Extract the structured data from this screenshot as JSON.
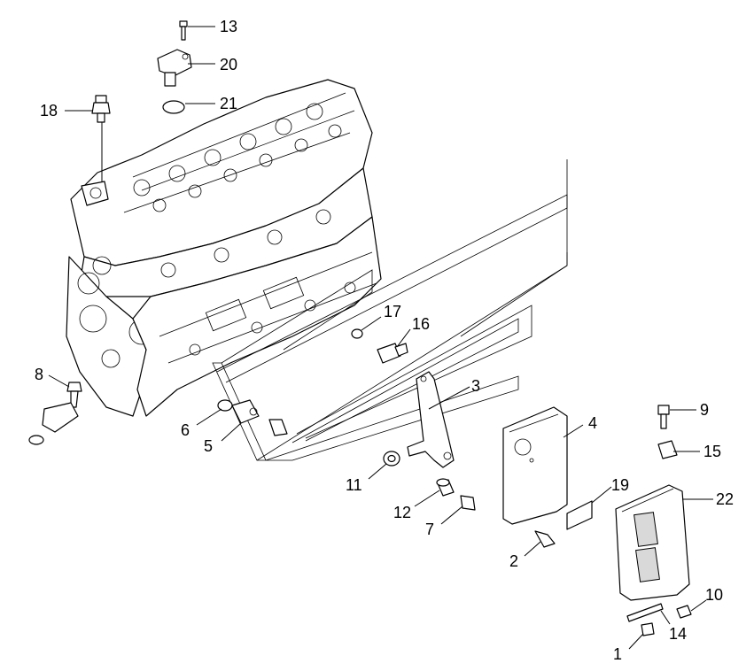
{
  "diagram": {
    "callouts": [
      {
        "id": "13",
        "label": "13"
      },
      {
        "id": "20",
        "label": "20"
      },
      {
        "id": "21",
        "label": "21"
      },
      {
        "id": "18",
        "label": "18"
      },
      {
        "id": "17",
        "label": "17"
      },
      {
        "id": "16",
        "label": "16"
      },
      {
        "id": "8",
        "label": "8"
      },
      {
        "id": "3",
        "label": "3"
      },
      {
        "id": "4",
        "label": "4"
      },
      {
        "id": "9",
        "label": "9"
      },
      {
        "id": "6",
        "label": "6"
      },
      {
        "id": "5",
        "label": "5"
      },
      {
        "id": "15",
        "label": "15"
      },
      {
        "id": "19",
        "label": "19"
      },
      {
        "id": "22",
        "label": "22"
      },
      {
        "id": "11",
        "label": "11"
      },
      {
        "id": "12",
        "label": "12"
      },
      {
        "id": "7",
        "label": "7"
      },
      {
        "id": "2",
        "label": "2"
      },
      {
        "id": "10",
        "label": "10"
      },
      {
        "id": "14",
        "label": "14"
      },
      {
        "id": "1",
        "label": "1"
      }
    ]
  }
}
